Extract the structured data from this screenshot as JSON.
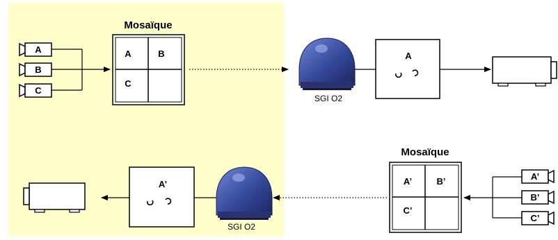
{
  "diagram": {
    "top": {
      "mosaic_title": "Mosaïque",
      "cameras": [
        "A",
        "B",
        "C"
      ],
      "mosaic_cells": [
        "A",
        "B",
        "C",
        ""
      ],
      "computer_label": "SGI O2",
      "output_label": "A"
    },
    "bottom": {
      "mosaic_title": "Mosaïque",
      "cameras": [
        "A’",
        "B’",
        "C’"
      ],
      "mosaic_cells": [
        "A’",
        "B’",
        "C’",
        ""
      ],
      "computer_label": "SGI O2",
      "output_label": "A’"
    },
    "colors": {
      "panel_background": "#ffffcc",
      "computer_body": "#3a4f9c",
      "line": "#000000"
    }
  }
}
